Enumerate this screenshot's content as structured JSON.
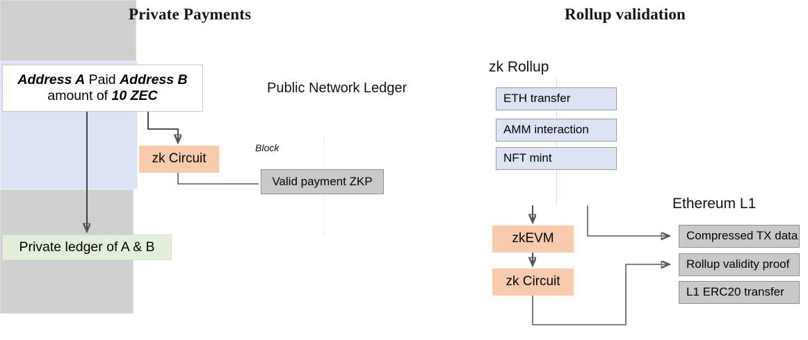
{
  "titles": {
    "left": "Private Payments",
    "right": "Rollup validation"
  },
  "left_panel": {
    "statement_line1_pre": "Address A",
    "statement_line1_mid": " Paid ",
    "statement_line1_post": "Address B",
    "statement_line2_pre": "amount of ",
    "statement_line2_post": "10 ZEC",
    "zk_circuit_label": "zk Circuit",
    "private_ledger_label": "Private ledger of A & B",
    "public_ledger_label": "Public Network Ledger",
    "block_label": "Block",
    "block_item_label": "Valid payment ZKP"
  },
  "right_panel": {
    "zk_rollup_label": "zk Rollup",
    "rollup_items": [
      {
        "label": "ETH transfer"
      },
      {
        "label": "AMM interaction"
      },
      {
        "label": "NFT mint"
      }
    ],
    "zkevm_label": "zkEVM",
    "zk_circuit_label": "zk Circuit",
    "ethereum_l1_label": "Ethereum L1",
    "l1_items": [
      {
        "label": "Compressed  TX data"
      },
      {
        "label": "Rollup validity proof"
      },
      {
        "label": "L1  ERC20 transfer"
      }
    ]
  },
  "colors": {
    "orange": "#F8CBAC",
    "blue": "#DCE4F3",
    "green": "#E3EFDA",
    "gray": "#CFCFCF",
    "gray_item": "#C9C9C9",
    "arrow": "#595959",
    "text": "#111111"
  }
}
